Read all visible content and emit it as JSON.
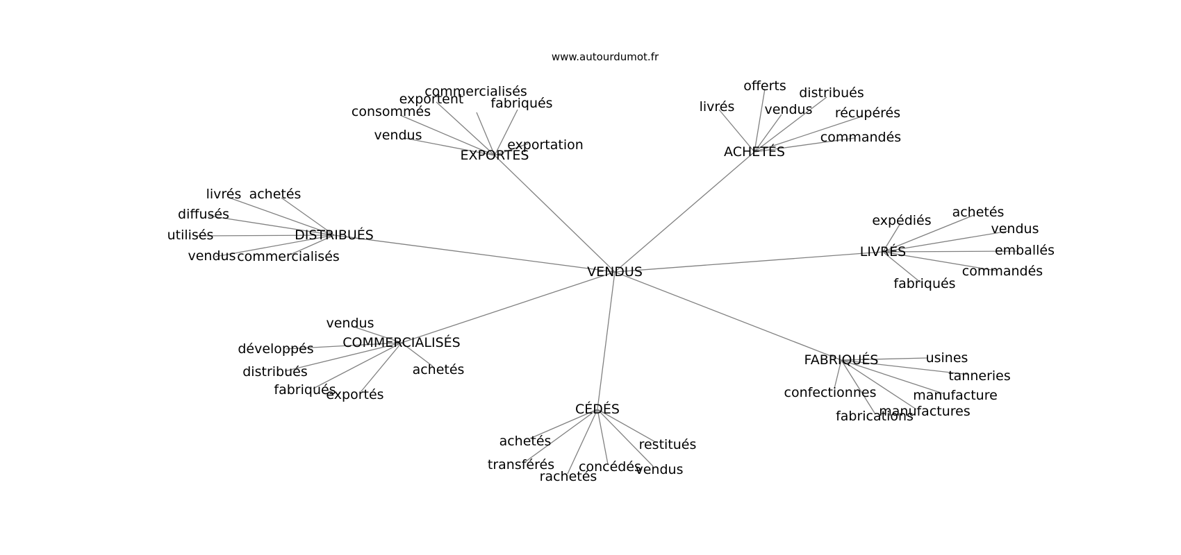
{
  "watermark": "www.autourdumot.fr",
  "center": "VENDUS",
  "clusters": [
    {
      "hub": "EXPORTÉS",
      "leaves": [
        "commercialisés",
        "exportent",
        "fabriqués",
        "consommés",
        "vendus",
        "exportation"
      ]
    },
    {
      "hub": "ACHETÉS",
      "leaves": [
        "offerts",
        "distribués",
        "livrés",
        "vendus",
        "récupérés",
        "commandés"
      ]
    },
    {
      "hub": "DISTRIBUÉS",
      "leaves": [
        "livrés",
        "achetés",
        "diffusés",
        "utilisés",
        "vendus",
        "commercialisés"
      ]
    },
    {
      "hub": "LIVRÉS",
      "leaves": [
        "expédiés",
        "achetés",
        "vendus",
        "emballés",
        "commandés",
        "fabriqués"
      ]
    },
    {
      "hub": "COMMERCIALISÉS",
      "leaves": [
        "vendus",
        "développés",
        "distribués",
        "achetés",
        "fabriqués",
        "exportés"
      ]
    },
    {
      "hub": "FABRIQUÉS",
      "leaves": [
        "usines",
        "tanneries",
        "confectionnes",
        "manufacture",
        "manufactures",
        "fabrications"
      ]
    },
    {
      "hub": "CÉDÉS",
      "leaves": [
        "achetés",
        "restitués",
        "transférés",
        "concédés",
        "vendus",
        "rachetés"
      ]
    }
  ]
}
